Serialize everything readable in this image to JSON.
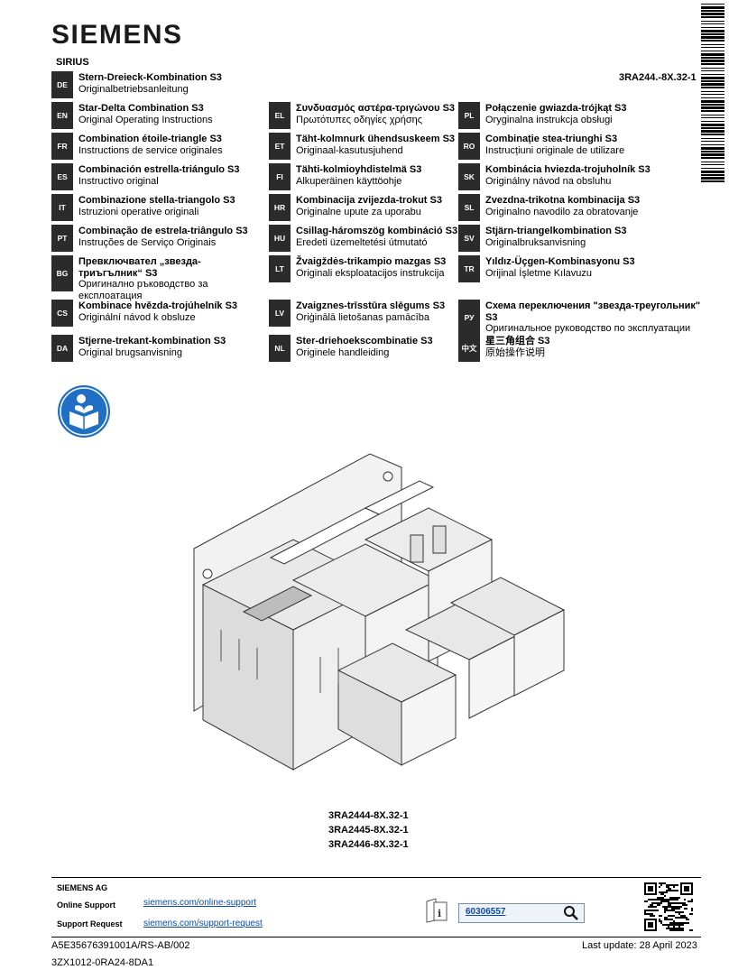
{
  "header": {
    "brand": "SIEMENS",
    "product_line": "SIRIUS",
    "model_code": "3RA244.-8X.32-1"
  },
  "languages": [
    {
      "code": "DE",
      "title": "Stern-Dreieck-Kombination S3",
      "subtitle": "Originalbetriebsanleitung"
    },
    {
      "code": "EN",
      "title": "Star-Delta Combination S3",
      "subtitle": "Original Operating Instructions"
    },
    {
      "code": "FR",
      "title": "Combination étoile-triangle S3",
      "subtitle": "Instructions de service originales"
    },
    {
      "code": "ES",
      "title": "Combinación estrella-triángulo S3",
      "subtitle": "Instructivo original"
    },
    {
      "code": "IT",
      "title": "Combinazione stella-triangolo S3",
      "subtitle": "Istruzioni operative originali"
    },
    {
      "code": "PT",
      "title": "Combinação de estrela-triângulo S3",
      "subtitle": "Instruções de Serviço Originais"
    },
    {
      "code": "BG",
      "title": "Превключвател „звезда-триъгълник“ S3",
      "subtitle": "Оригинално ръководство за експлоатация"
    },
    {
      "code": "CS",
      "title": "Kombinace hvězda-trojúhelník S3",
      "subtitle": "Originální návod k obsluze"
    },
    {
      "code": "DA",
      "title": "Stjerne-trekant-kombination S3",
      "subtitle": "Original brugsanvisning"
    },
    {
      "code": "EL",
      "title": "Συνδυασμός αστέρα-τριγώνου S3",
      "subtitle": "Πρωτότυπες οδηγίες χρήσης"
    },
    {
      "code": "ET",
      "title": "Täht-kolmnurk ühendsuskeem S3",
      "subtitle": "Originaal-kasutusjuhend"
    },
    {
      "code": "FI",
      "title": "Tähti-kolmioyhdistelmä S3",
      "subtitle": "Alkuperäinen käyttöohje"
    },
    {
      "code": "HR",
      "title": "Kombinacija zvijezda-trokut S3",
      "subtitle": "Originalne upute za uporabu"
    },
    {
      "code": "HU",
      "title": "Csillag-háromszög kombináció S3",
      "subtitle": "Eredeti üzemeltetési útmutató"
    },
    {
      "code": "LT",
      "title": "Žvaigždės-trikampio mazgas S3",
      "subtitle": "Originali eksploatacijos instrukcija"
    },
    {
      "code": "LV",
      "title": "Zvaigznes-trīsstūra slēgums S3",
      "subtitle": "Oriģinālā lietošanas pamācība"
    },
    {
      "code": "NL",
      "title": "Ster-driehoekscombinatie S3",
      "subtitle": "Originele handleiding"
    },
    {
      "code": "PL",
      "title": "Połączenie gwiazda-trójkąt S3",
      "subtitle": "Oryginalna instrukcja obsługi"
    },
    {
      "code": "RO",
      "title": "Combinație stea-triunghi S3",
      "subtitle": "Instrucțiuni originale de utilizare"
    },
    {
      "code": "SK",
      "title": "Kombinácia hviezda-trojuholník S3",
      "subtitle": "Originálny návod na obsluhu"
    },
    {
      "code": "SL",
      "title": "Zvezdna-trikotna kombinacija S3",
      "subtitle": "Originalno navodilo za obratovanje"
    },
    {
      "code": "SV",
      "title": "Stjärn-triangelkombination S3",
      "subtitle": "Originalbruksanvisning"
    },
    {
      "code": "TR",
      "title": "Yıldız-Üçgen-Kombinasyonu S3",
      "subtitle": "Orijinal İşletme Kılavuzu"
    },
    {
      "code": "РУ",
      "title": "Схема переключения \"звезда-треугольник\" S3",
      "subtitle": "Оригинальное руководство по эксплуатации"
    },
    {
      "code": "中文",
      "title": "星三角组合 S3",
      "subtitle": "原始操作说明"
    }
  ],
  "variants": [
    "3RA2444-8X.32-1",
    "3RA2445-8X.32-1",
    "3RA2446-8X.32-1"
  ],
  "footer": {
    "company": "SIEMENS AG",
    "online_support_label": "Online Support",
    "online_support_link": "siemens.com/online-support",
    "support_request_label": "Support Request",
    "support_request_link": "siemens.com/support-request",
    "document_id": "60306557",
    "doc_number": "A5E35676391001A/RS-AB/002",
    "doc_number_2": "3ZX1012-0RA24-8DA1",
    "last_update": "Last update: 28 April 2023"
  },
  "icons": {
    "manual": "read-manual-icon",
    "search": "search-icon",
    "info_doc": "info-document-icon",
    "qr": "qr-code-icon",
    "barcode": "barcode-icon"
  },
  "colors": {
    "tag_bg": "#2b2b2b",
    "manual_blue": "#1f6fc5",
    "link": "#0b4aa8"
  }
}
